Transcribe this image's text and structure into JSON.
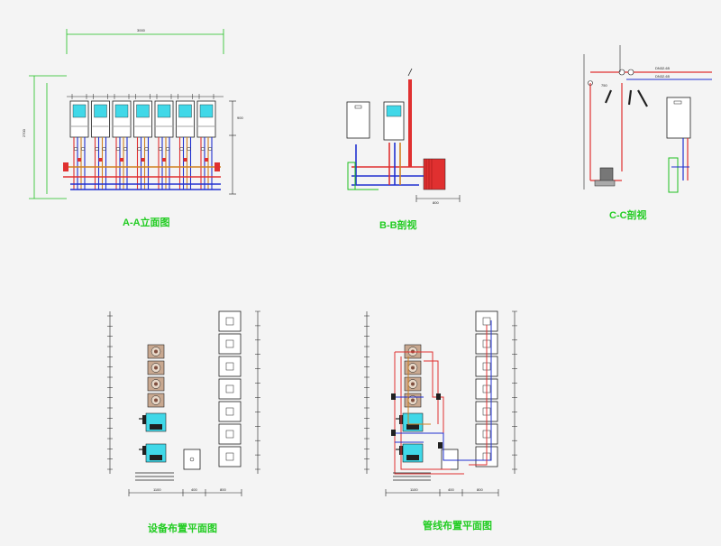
{
  "captions": {
    "aa": "A-A立面图",
    "bb": "B-B剖视",
    "cc": "C-C剖视",
    "equip": "设备布置平面图",
    "pipe": "管线布置平面图"
  },
  "dims": {
    "aa_top": "3000",
    "aa_left_outer": "2700",
    "aa_right": "900",
    "bb_bottom": "800",
    "cc_pipe1": "DN32-65",
    "cc_pipe2": "DN32-65",
    "cc_small": "750",
    "plan_b1": "1100",
    "plan_b2": "400",
    "plan_b3": "800"
  },
  "colors": {
    "caption": "#22cc22",
    "supply": "#e03030",
    "return": "#2030d0",
    "gas": "#d08020",
    "frame": "#20c020",
    "line": "#202020",
    "boiler_screen": "#40d8e8"
  }
}
